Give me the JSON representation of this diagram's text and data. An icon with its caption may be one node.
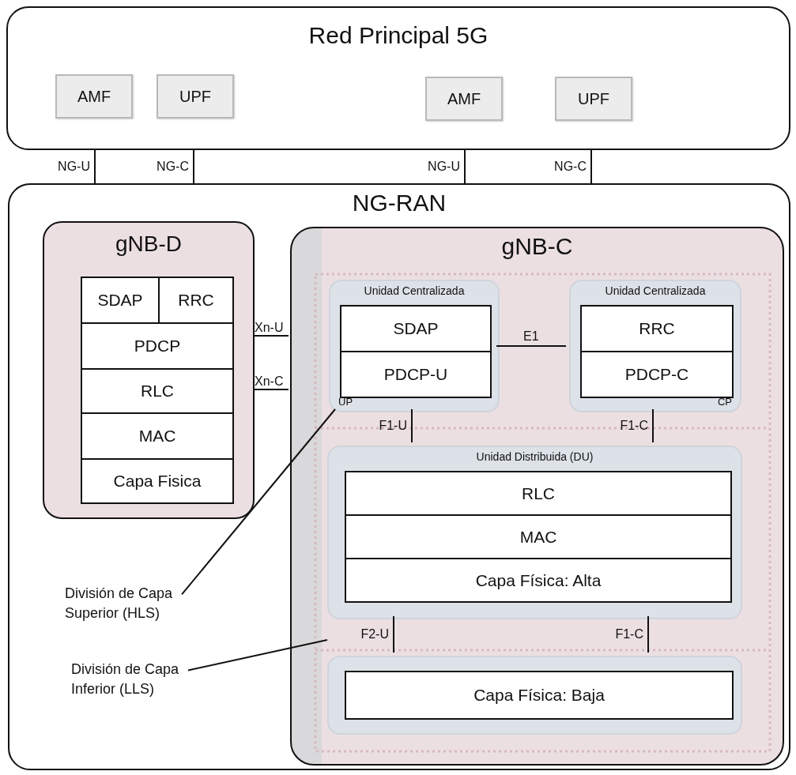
{
  "diagram": {
    "nodes": [
      {
        "text": [
          "Red Principal 5G"
        ]
      },
      {
        "text": [
          "AMF"
        ],
        "in": 0
      },
      {
        "text": [
          "UPF"
        ],
        "in": 0
      },
      {
        "text": [
          "AMF"
        ],
        "in": 0
      },
      {
        "text": [
          "UPF"
        ],
        "in": 0
      },
      {
        "text": [
          "NG-RAN"
        ]
      },
      {
        "text": [
          "gNB-D"
        ],
        "in": 5
      },
      {
        "text": [
          "SDAP"
        ],
        "in": 6
      },
      {
        "text": [
          "RRC"
        ],
        "in": 6
      },
      {
        "text": [
          "PDCP"
        ],
        "in": 6
      },
      {
        "text": [
          "RLC"
        ],
        "in": 6
      },
      {
        "text": [
          "MAC"
        ],
        "in": 6
      },
      {
        "text": [
          "Capa Fisica"
        ],
        "in": 6
      },
      {
        "text": [
          "gNB-C"
        ],
        "in": 5
      },
      {
        "text": [
          "Unidad Centralizada",
          "UP"
        ],
        "in": 13
      },
      {
        "text": [
          "SDAP"
        ],
        "in": 14
      },
      {
        "text": [
          "PDCP-U"
        ],
        "in": 14
      },
      {
        "text": [
          "Unidad Centralizada",
          "CP"
        ],
        "in": 13
      },
      {
        "text": [
          "RRC"
        ],
        "in": 17
      },
      {
        "text": [
          "PDCP-C"
        ],
        "in": 17
      },
      {
        "text": [
          "Unidad Distribuida (DU)"
        ],
        "in": 13
      },
      {
        "text": [
          "RLC"
        ],
        "in": 20
      },
      {
        "text": [
          "MAC"
        ],
        "in": 20
      },
      {
        "text": [
          "Capa Física: Alta"
        ],
        "in": 20
      },
      {
        "text": [],
        "shape": "box",
        "in": 13
      },
      {
        "text": [
          "Capa Física: Baja"
        ],
        "in": 24
      },
      {
        "text": [
          "División de Capa Superior (HLS)"
        ],
        "in": 5
      },
      {
        "text": [
          "División de Capa Inferior (LLS)"
        ],
        "in": 5
      }
    ],
    "edges": [
      {
        "from": 0,
        "to": 5,
        "arrow": "none",
        "label": "NG-U"
      },
      {
        "from": 0,
        "to": 5,
        "arrow": "none",
        "label": "NG-C"
      },
      {
        "from": 0,
        "to": 5,
        "arrow": "none",
        "label": "NG-U"
      },
      {
        "from": 0,
        "to": 5,
        "arrow": "none",
        "label": "NG-C"
      },
      {
        "from": 6,
        "to": 13,
        "arrow": "none",
        "label": "Xn-U"
      },
      {
        "from": 6,
        "to": 13,
        "arrow": "none",
        "label": "Xn-C"
      },
      {
        "from": 14,
        "to": 17,
        "arrow": "none",
        "label": "E1"
      },
      {
        "from": 14,
        "to": 20,
        "arrow": "none",
        "label": "F1-U"
      },
      {
        "from": 17,
        "to": 20,
        "arrow": "none",
        "label": "F1-C"
      },
      {
        "from": 20,
        "to": 24,
        "arrow": "none",
        "label": "F2-U"
      },
      {
        "from": 20,
        "to": 24,
        "arrow": "none",
        "label": "F1-C"
      },
      {
        "from": 26,
        "to": 14,
        "arrow": "none"
      },
      {
        "from": 27,
        "to": null,
        "arrow": "none"
      }
    ]
  }
}
